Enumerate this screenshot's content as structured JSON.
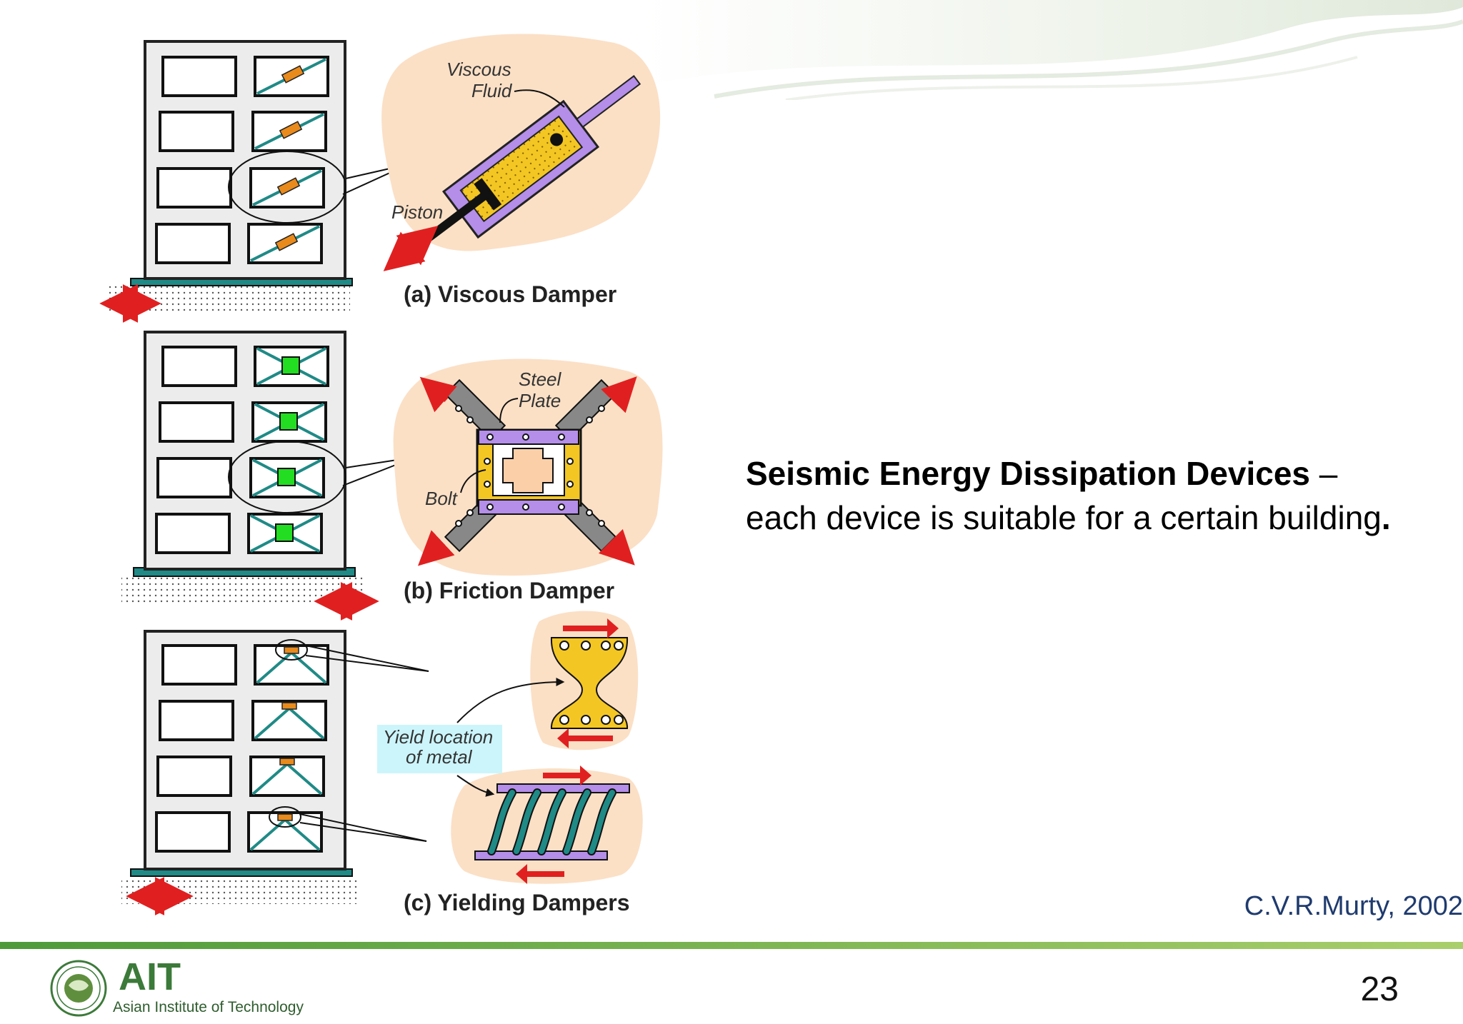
{
  "slide": {
    "heading_bold": "Seismic Energy Dissipation Devices",
    "heading_dash": " –",
    "body_text": "each device is suitable for a certain building",
    "body_period": ".",
    "credit": "C.V.R.Murty, 2002",
    "page_number": "23"
  },
  "figure": {
    "viscous": {
      "caption": "(a) Viscous Damper",
      "label_fluid_1": "Viscous",
      "label_fluid_2": "Fluid",
      "label_piston": "Piston"
    },
    "friction": {
      "caption": "(b) Friction Damper",
      "label_plate_1": "Steel",
      "label_plate_2": "Plate",
      "label_bolt": "Bolt"
    },
    "yielding": {
      "caption": "(c) Yielding Dampers",
      "label_yield_1": "Yield location",
      "label_yield_2": "of metal"
    }
  },
  "footer": {
    "logo_text": "AIT",
    "institute_name": "Asian Institute of Technology"
  },
  "colors": {
    "brace": "#1f8a86",
    "damper_orange": "#e88a1c",
    "friction_green": "#22dd22",
    "blob": "#fbe0c6",
    "arrow": "#e02020",
    "purple": "#b48ee8",
    "yellow": "#f3c623"
  }
}
